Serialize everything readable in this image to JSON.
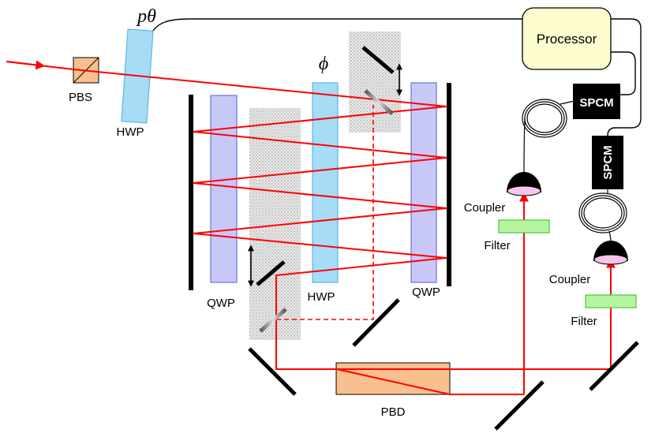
{
  "labels": {
    "pbs": "PBS",
    "hwp_input": "HWP",
    "p_theta": "pθ",
    "phi": "ϕ",
    "qwp_left": "QWP",
    "hwp_center": "HWP",
    "qwp_right": "QWP",
    "processor": "Processor",
    "spcm_top": "SPCM",
    "spcm_side": "SPCM",
    "coupler_1": "Coupler",
    "filter_1": "Filter",
    "coupler_2": "Coupler",
    "filter_2": "Filter",
    "pbd": "PBD"
  },
  "colors": {
    "beam": "#ff0000",
    "hwp_fill": "#a6dcf5",
    "hwp_stroke": "#5bb8e6",
    "qwp_fill": "#c8c8f8",
    "qwp_stroke": "#7070d8",
    "pbs_fill": "#f6c08f",
    "pbd_fill": "#f9bf8f",
    "processor_fill": "#fdfdd0",
    "filter_fill": "#b6f5a0",
    "filter_stroke": "#4ec437",
    "spcm_fill": "#000000",
    "coupler_lens": "#f7c4ec"
  }
}
